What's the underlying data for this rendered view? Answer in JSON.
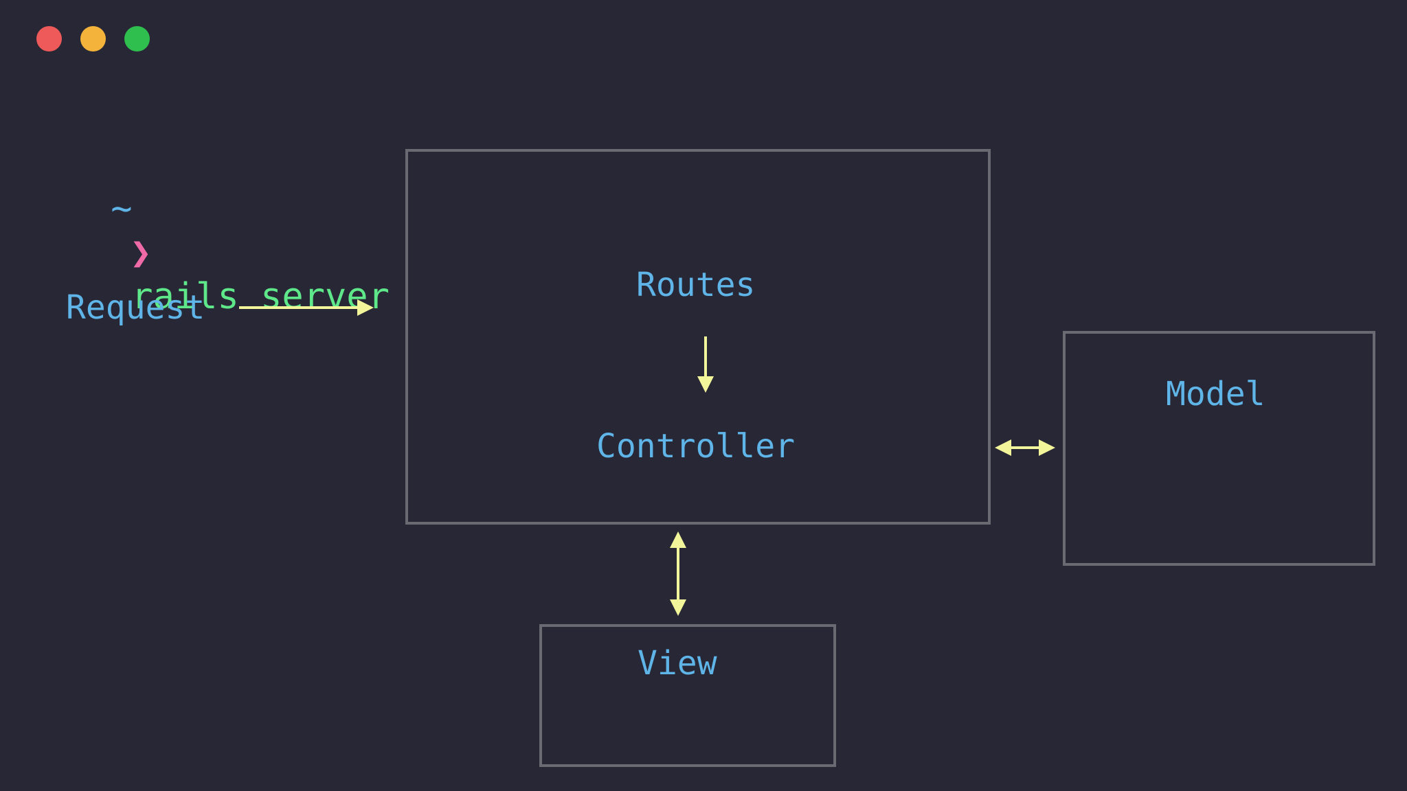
{
  "window": {
    "buttons": [
      {
        "name": "close",
        "color": "#ee5a5a"
      },
      {
        "name": "minimize",
        "color": "#f4b43c"
      },
      {
        "name": "maximize",
        "color": "#2fbf4f"
      }
    ]
  },
  "terminal": {
    "tilde": "~",
    "chevron": "❯",
    "command": "rails server",
    "colors": {
      "tilde": "#5fb4e8",
      "chevron": "#f06aa8",
      "command": "#5ee88a"
    }
  },
  "diagram": {
    "request_label": "Request",
    "routes_label": "Routes",
    "controller_label": "Controller",
    "model_label": "Model",
    "view_label": "View",
    "colors": {
      "text": "#5fb4e8",
      "arrow": "#f3f59a",
      "box_border": "#6a6a72"
    }
  }
}
